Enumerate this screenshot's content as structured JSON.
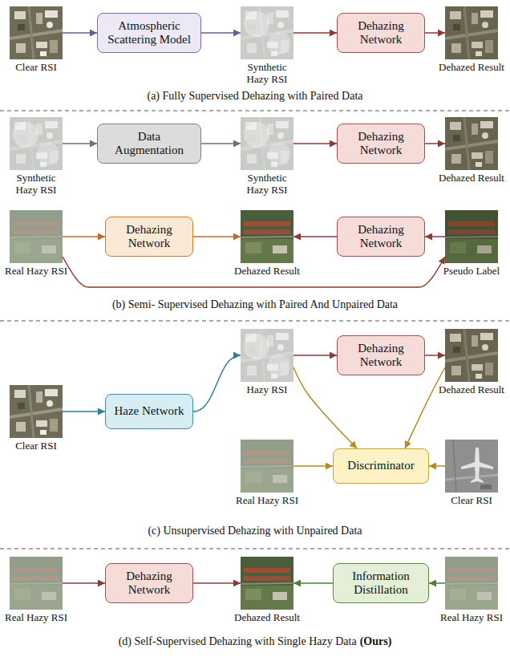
{
  "diagram": {
    "nodes": [
      {
        "text": [
          "Clear RSI"
        ]
      },
      {
        "text": [
          "Atmospheric Scattering Model"
        ]
      },
      {
        "text": [
          "Synthetic Hazy RSI"
        ]
      },
      {
        "text": [
          "Dehazing Network"
        ]
      },
      {
        "text": [
          "Dehazed Result"
        ]
      },
      {
        "text": [
          "Synthetic Hazy RSI"
        ]
      },
      {
        "text": [
          "Data Augmentation"
        ]
      },
      {
        "text": [
          "Synthetic Hazy RSI"
        ]
      },
      {
        "text": [
          "Dehazing Network"
        ]
      },
      {
        "text": [
          "Dehazed Result"
        ]
      },
      {
        "text": [
          "Real Hazy RSI"
        ]
      },
      {
        "text": [
          "Dehazing Network"
        ]
      },
      {
        "text": [
          "Dehazed Result"
        ]
      },
      {
        "text": [
          "Dehazing Network"
        ]
      },
      {
        "text": [
          "Pseudo Label"
        ]
      },
      {
        "text": [
          "Clear RSI"
        ]
      },
      {
        "text": [
          "Haze Network"
        ]
      },
      {
        "text": [
          "Hazy RSI"
        ]
      },
      {
        "text": [
          "Dehazing Network"
        ]
      },
      {
        "text": [
          "Dehazed Result"
        ]
      },
      {
        "text": [
          "Real Hazy RSI"
        ]
      },
      {
        "text": [
          "Discriminator"
        ]
      },
      {
        "text": [
          "Clear RSI"
        ]
      },
      {
        "text": [
          "Real Hazy RSI"
        ]
      },
      {
        "text": [
          "Dehazing Network"
        ]
      },
      {
        "text": [
          "Dehazed Result"
        ]
      },
      {
        "text": [
          "Information Distillation"
        ]
      },
      {
        "text": [
          "Real Hazy RSI"
        ]
      }
    ],
    "edges": [
      {
        "from": 0,
        "to": 1,
        "arrow": "to"
      },
      {
        "from": 1,
        "to": 2,
        "arrow": "to"
      },
      {
        "from": 2,
        "to": 3,
        "arrow": "to"
      },
      {
        "from": 3,
        "to": 4,
        "arrow": "to"
      },
      {
        "from": 5,
        "to": 6,
        "arrow": "to"
      },
      {
        "from": 6,
        "to": 7,
        "arrow": "to"
      },
      {
        "from": 7,
        "to": 8,
        "arrow": "to"
      },
      {
        "from": 8,
        "to": 9,
        "arrow": "to"
      },
      {
        "from": 10,
        "to": 11,
        "arrow": "to"
      },
      {
        "from": 11,
        "to": 12,
        "arrow": "to"
      },
      {
        "from": 13,
        "to": 12,
        "arrow": "to"
      },
      {
        "from": 14,
        "to": 13,
        "arrow": "to"
      },
      {
        "from": 10,
        "to": 14,
        "arrow": "to"
      },
      {
        "from": 15,
        "to": 16,
        "arrow": "to"
      },
      {
        "from": 16,
        "to": 17,
        "arrow": "to"
      },
      {
        "from": 17,
        "to": 18,
        "arrow": "to"
      },
      {
        "from": 18,
        "to": 19,
        "arrow": "to"
      },
      {
        "from": 17,
        "to": 21,
        "arrow": "to"
      },
      {
        "from": 19,
        "to": 21,
        "arrow": "to"
      },
      {
        "from": 20,
        "to": 21,
        "arrow": "to"
      },
      {
        "from": 22,
        "to": 21,
        "arrow": "to"
      },
      {
        "from": 23,
        "to": 24,
        "arrow": "to"
      },
      {
        "from": 24,
        "to": 25,
        "arrow": "to"
      },
      {
        "from": 27,
        "to": 26,
        "arrow": "to"
      },
      {
        "from": 26,
        "to": 25,
        "arrow": "to"
      }
    ],
    "labels": [
      "(a) Fully Supervised Dehazing with Paired Data",
      "(b) Semi- Supervised Dehazing with Paired And Unpaired Data",
      "(c) Unsupervised Dehazing with Unpaired Data",
      "(d) Self-Supervised Dehazing with Single Hazy Data",
      "(Ours)"
    ]
  }
}
